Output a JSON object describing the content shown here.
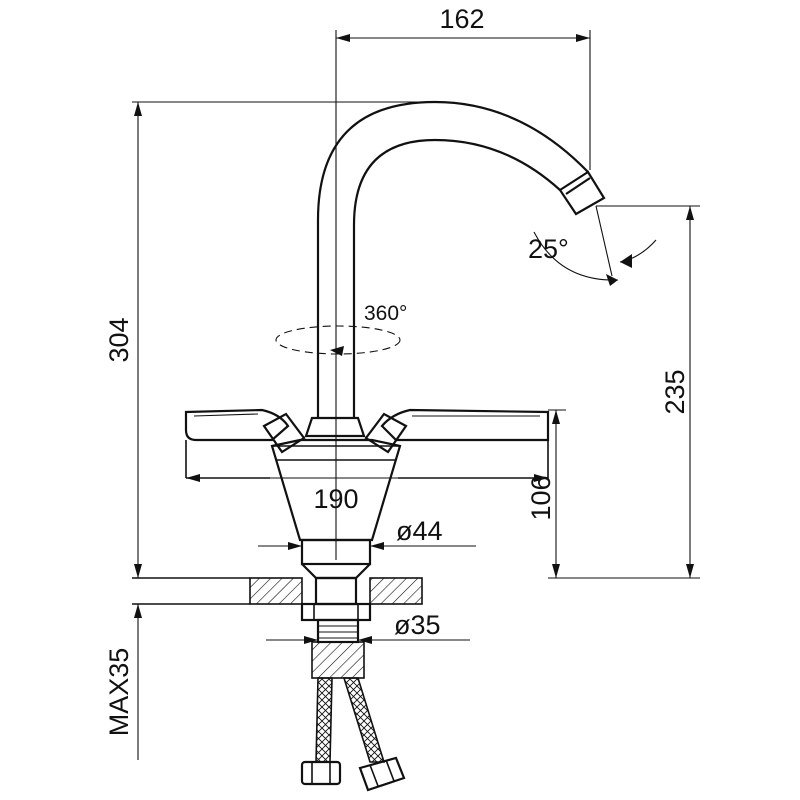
{
  "dimensions": {
    "spout_reach": "162",
    "total_height": "304",
    "spout_height": "235",
    "body_height": "106",
    "handle_span": "190",
    "base_diameter": "ø44",
    "thread_diameter": "ø35",
    "max_deck_thickness": "MAX35",
    "spout_angle": "25°",
    "rotation": "360°"
  }
}
